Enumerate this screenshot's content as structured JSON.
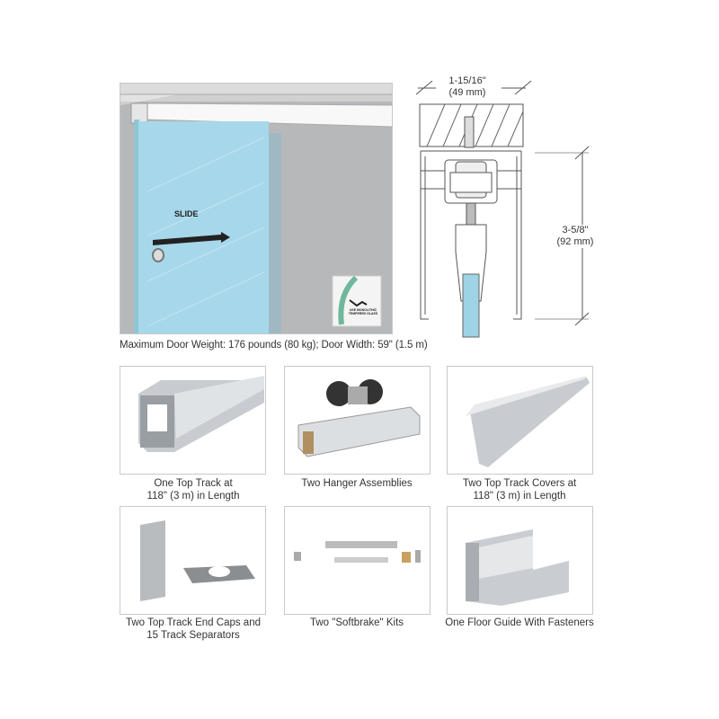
{
  "scene": {
    "slide_label": "SLIDE",
    "glass_badge": "USE MONOLITHIC TEMPERED GLASS"
  },
  "section": {
    "width_dim": "1-15/16\"",
    "width_dim_mm": "(49 mm)",
    "height_dim": "3-5/8\"",
    "height_dim_mm": "(92 mm)"
  },
  "main_caption": "Maximum Door Weight: 176 pounds (80 kg); Door Width: 59\" (1.5 m)",
  "components": [
    {
      "line1": "One Top Track at",
      "line2": "118\" (3 m) in Length"
    },
    {
      "line1": "Two Hanger Assemblies",
      "line2": ""
    },
    {
      "line1": "Two Top Track Covers at",
      "line2": "118\" (3 m) in Length"
    },
    {
      "line1": "Two Top Track End Caps and",
      "line2": "15 Track Separators"
    },
    {
      "line1": "Two \"Softbrake\" Kits",
      "line2": ""
    },
    {
      "line1": "One Floor Guide With Fasteners",
      "line2": ""
    }
  ]
}
